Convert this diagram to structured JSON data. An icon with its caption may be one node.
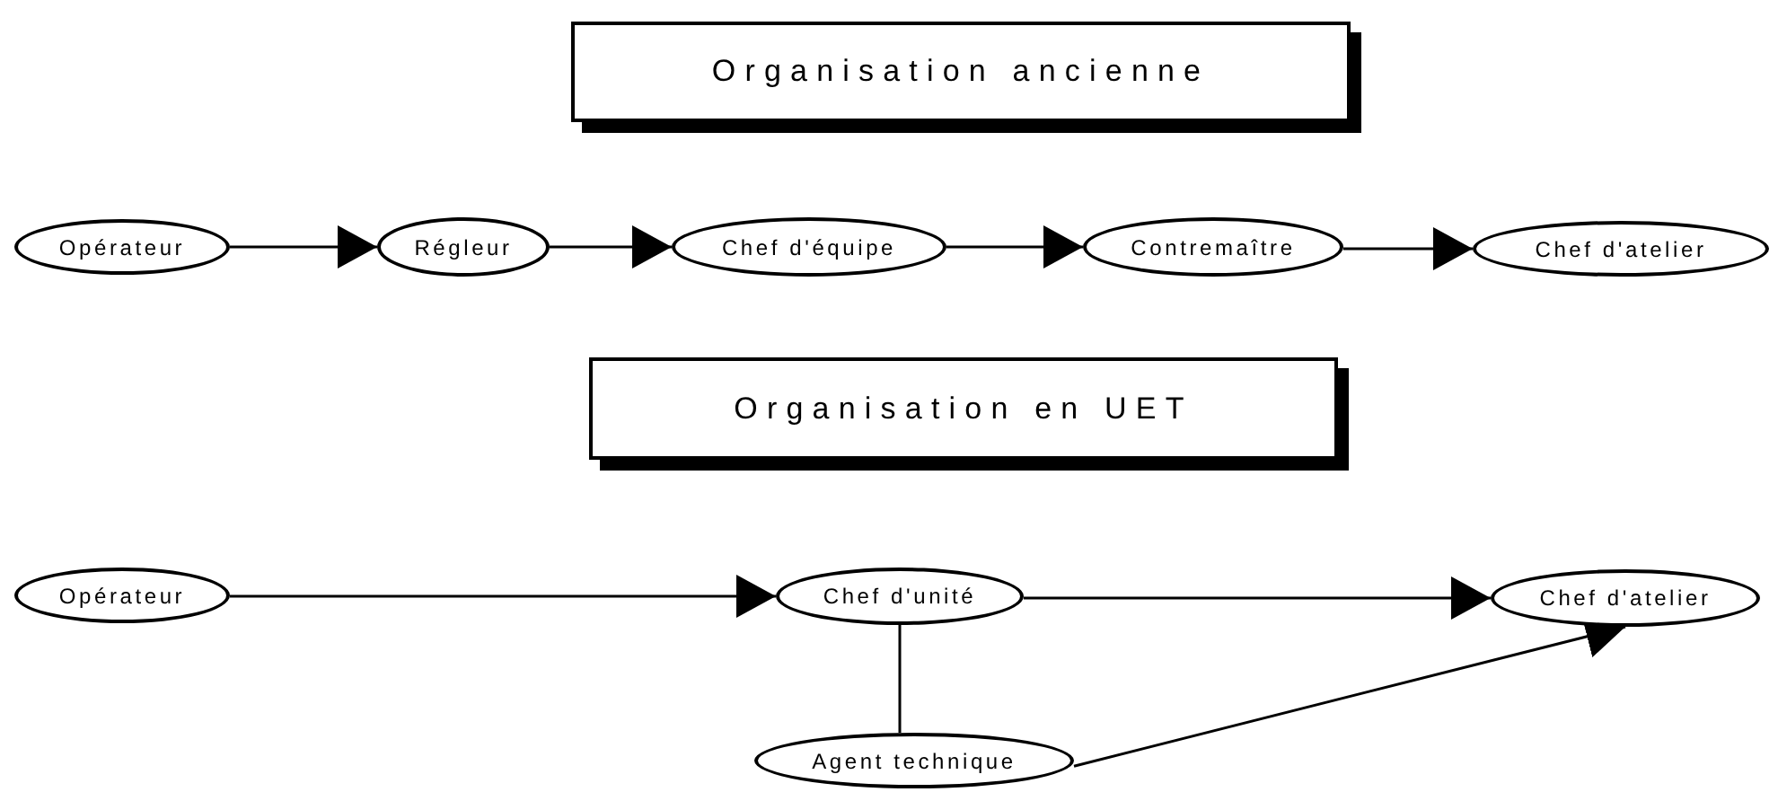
{
  "diagram": {
    "nodes": [
      {
        "text": [
          "Organisation ancienne"
        ]
      },
      {
        "text": [
          "Opérateur"
        ]
      },
      {
        "text": [
          "Régleur"
        ]
      },
      {
        "text": [
          "Chef d'équipe"
        ]
      },
      {
        "text": [
          "Contremaître"
        ]
      },
      {
        "text": [
          "Chef d'atelier"
        ]
      },
      {
        "text": [
          "Organisation en UET"
        ]
      },
      {
        "text": [
          "Opérateur"
        ]
      },
      {
        "text": [
          "Chef d'unité"
        ]
      },
      {
        "text": [
          "Chef d'atelier"
        ]
      },
      {
        "text": [
          "Agent technique"
        ]
      }
    ],
    "edges": [
      {
        "from": 1,
        "to": 2,
        "arrow": "to"
      },
      {
        "from": 2,
        "to": 3,
        "arrow": "to"
      },
      {
        "from": 3,
        "to": 4,
        "arrow": "to"
      },
      {
        "from": 4,
        "to": 5,
        "arrow": "to"
      },
      {
        "from": 7,
        "to": 8,
        "arrow": "to"
      },
      {
        "from": 8,
        "to": 9,
        "arrow": "to"
      },
      {
        "from": 8,
        "to": 10,
        "arrow": "none"
      },
      {
        "from": 10,
        "to": 9,
        "arrow": "to"
      }
    ]
  }
}
